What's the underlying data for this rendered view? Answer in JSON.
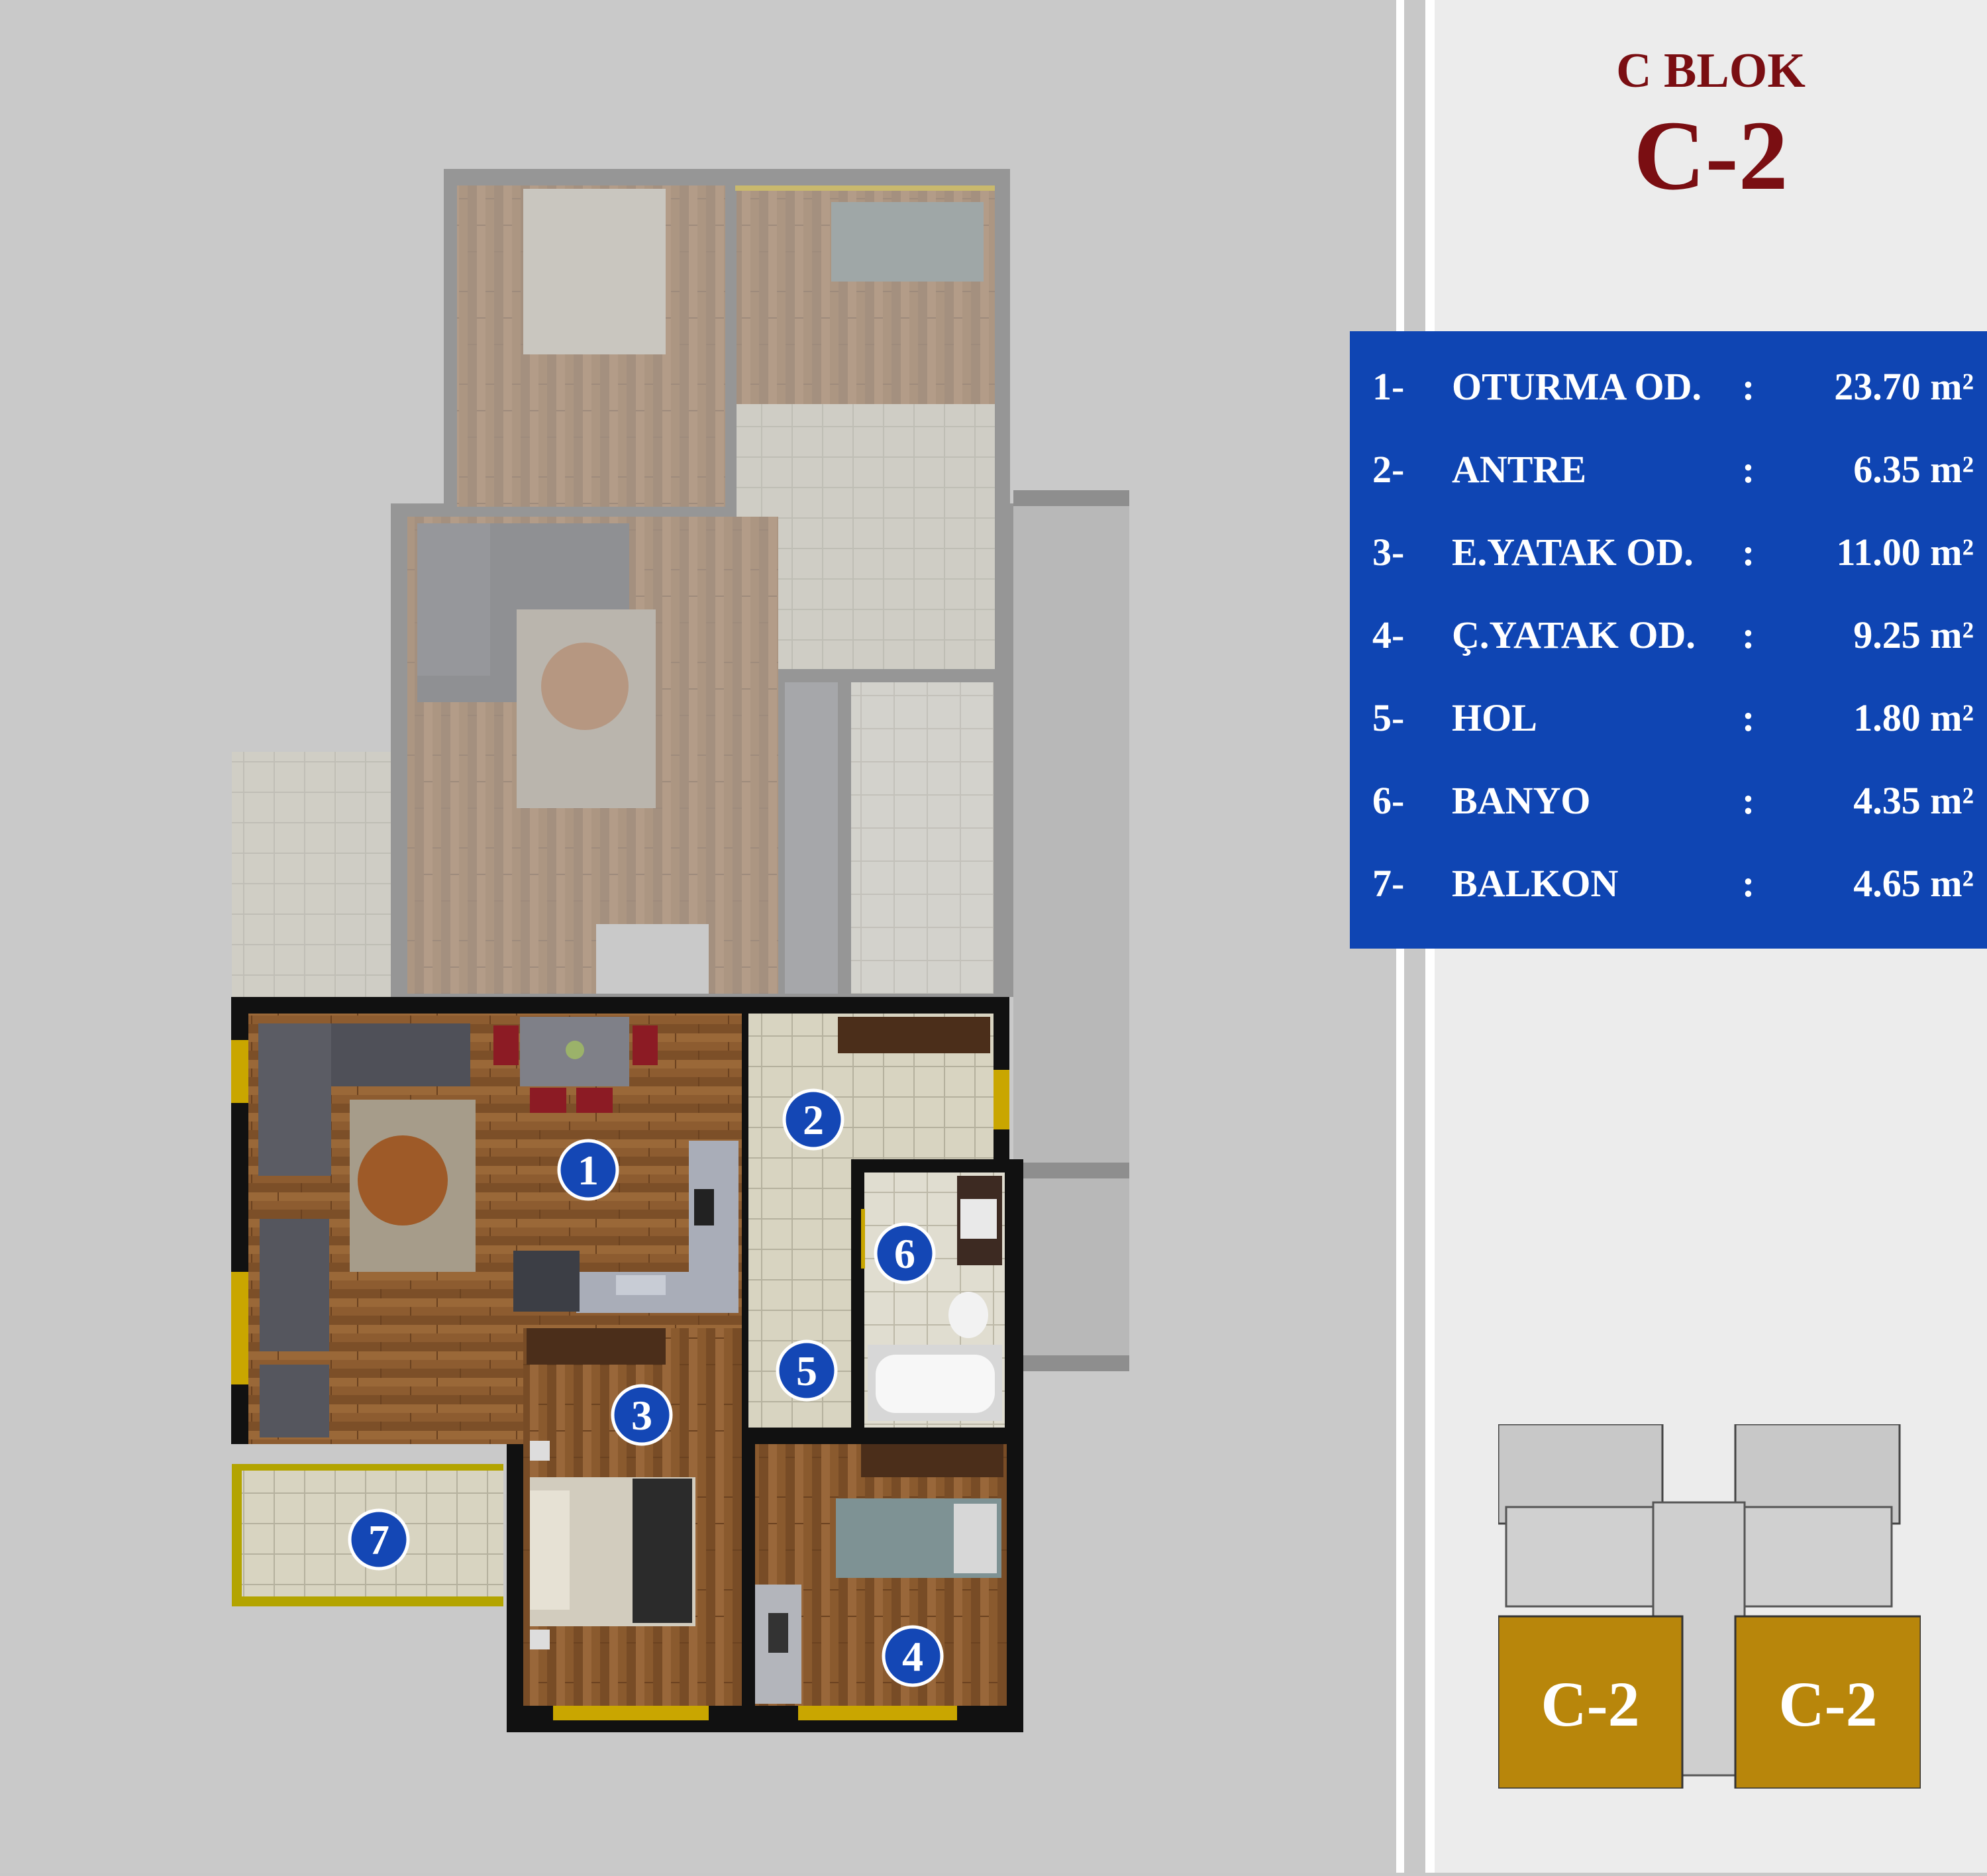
{
  "header": {
    "block": "C BLOK",
    "unit": "C-2"
  },
  "legend": [
    {
      "num": "1-",
      "name": "OTURMA OD.",
      "colon": ":",
      "area": "23.70 m²"
    },
    {
      "num": "2-",
      "name": "ANTRE",
      "colon": ":",
      "area": "6.35 m²"
    },
    {
      "num": "3-",
      "name": "E.YATAK OD.",
      "colon": ":",
      "area": "11.00 m²"
    },
    {
      "num": "4-",
      "name": "Ç.YATAK OD.",
      "colon": ":",
      "area": "9.25 m²"
    },
    {
      "num": "5-",
      "name": "HOL",
      "colon": ":",
      "area": "1.80 m²"
    },
    {
      "num": "6-",
      "name": "BANYO",
      "colon": ":",
      "area": "4.35 m²"
    },
    {
      "num": "7-",
      "name": "BALKON",
      "colon": ":",
      "area": "4.65 m²"
    }
  ],
  "room_markers": [
    "1",
    "2",
    "3",
    "4",
    "5",
    "6",
    "7"
  ],
  "key_plan": {
    "left_label": "C-2",
    "right_label": "C-2"
  },
  "colors": {
    "title": "#7a0e12",
    "legend_bg": "#0f45b3",
    "marker": "#1447b5",
    "wood": "#8a5a2e",
    "tile": "#d9d6c4",
    "window": "#c9a600",
    "key_fill": "#b8860b"
  }
}
